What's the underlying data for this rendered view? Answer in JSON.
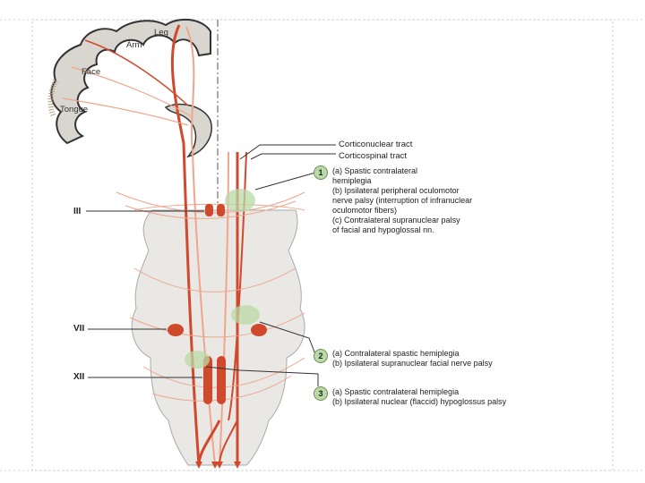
{
  "cortex_labels": {
    "leg": "Leg",
    "arm": "Arm",
    "face": "Face",
    "tongue": "Tongue"
  },
  "tracts": {
    "corticonuclear": "Corticonuclear tract",
    "corticospinal": "Corticospinal tract"
  },
  "cranial_nerves": [
    "III",
    "VII",
    "XII"
  ],
  "lesions": [
    {
      "number": "1",
      "lines": [
        "(a)  Spastic contralateral",
        "       hemiplegia",
        "(b)  Ipsilateral peripheral oculomotor",
        "       nerve palsy (interruption of infranuclear",
        "       oculomotor fibers)",
        "(c)  Contralateral supranuclear palsy",
        "       of facial and hypoglossal nn."
      ]
    },
    {
      "number": "2",
      "lines": [
        "(a)  Contralateral spastic hemiplegia",
        "(b)  Ipsilateral supranuclear facial nerve palsy"
      ]
    },
    {
      "number": "3",
      "lines": [
        "(a)  Spastic contralateral hemiplegia",
        "(b)  Ipsilateral nuclear (flaccid) hypoglossus palsy"
      ]
    }
  ],
  "colors": {
    "tract_red": "#d1492c",
    "tract_light": "#f0a58c",
    "brainstem_fill": "#e9e8e4",
    "lesion_green": "#b9d9a6",
    "cortex_fill": "#d8d6ce"
  }
}
